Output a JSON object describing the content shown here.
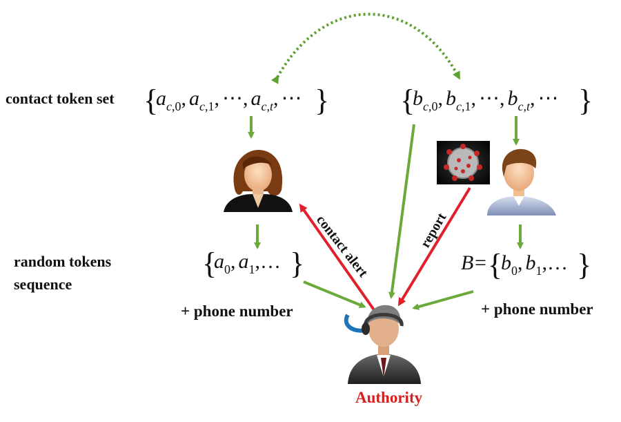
{
  "labels": {
    "contact_token_set": "contact token set",
    "random_tokens_line1": "random tokens",
    "random_tokens_line2": "sequence",
    "phone_left": "+ phone number",
    "phone_right": "+ phone number",
    "contact_alert": "contact alert",
    "report": "report",
    "authority": "Authority"
  },
  "colors": {
    "green_arrow": "#6aaa3a",
    "red_arrow": "#e0202a",
    "authority_text": "#d62020",
    "dotted_arrow": "#5fa032"
  },
  "icons": {
    "user_a": "woman-avatar-icon",
    "user_b": "man-avatar-icon",
    "authority": "officer-with-headset-icon",
    "virus": "coronavirus-image"
  }
}
